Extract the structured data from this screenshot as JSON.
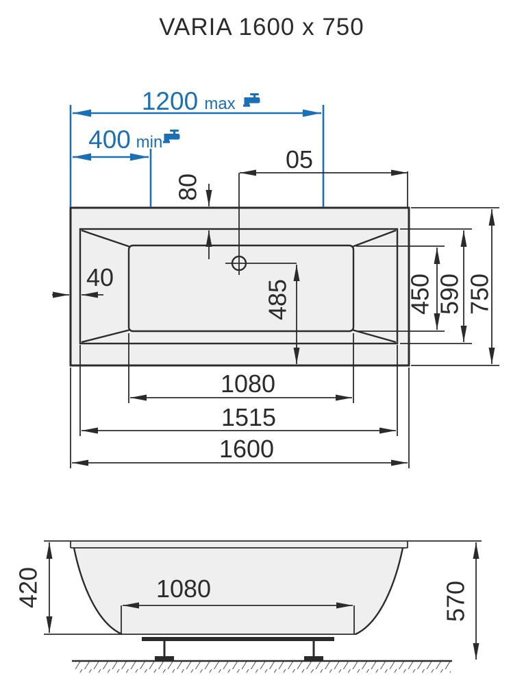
{
  "title": "VARIA 1600 x 750",
  "colors": {
    "accent_blue": "#1a6fb5",
    "line_dark": "#2b2b2c",
    "tub_fill_gray": "#f0efef",
    "background": "#ffffff"
  },
  "plan_view": {
    "tap_distance_max": {
      "value": "1200",
      "qualifier": "max",
      "icon": "faucet-icon"
    },
    "tap_distance_min": {
      "value": "400",
      "qualifier": "min",
      "icon": "faucet-icon"
    },
    "dimensions": {
      "drain_offset": "05",
      "rim_width_top": "80",
      "rim_width_side": "40",
      "floor_width": "450",
      "inner_width": "590",
      "overall_width": "750",
      "drain_to_edge": "485",
      "floor_length": "1080",
      "inner_length": "1515",
      "overall_length": "1600"
    }
  },
  "side_view": {
    "dimensions": {
      "inner_depth": "420",
      "floor_length": "1080",
      "overall_height": "570"
    }
  }
}
